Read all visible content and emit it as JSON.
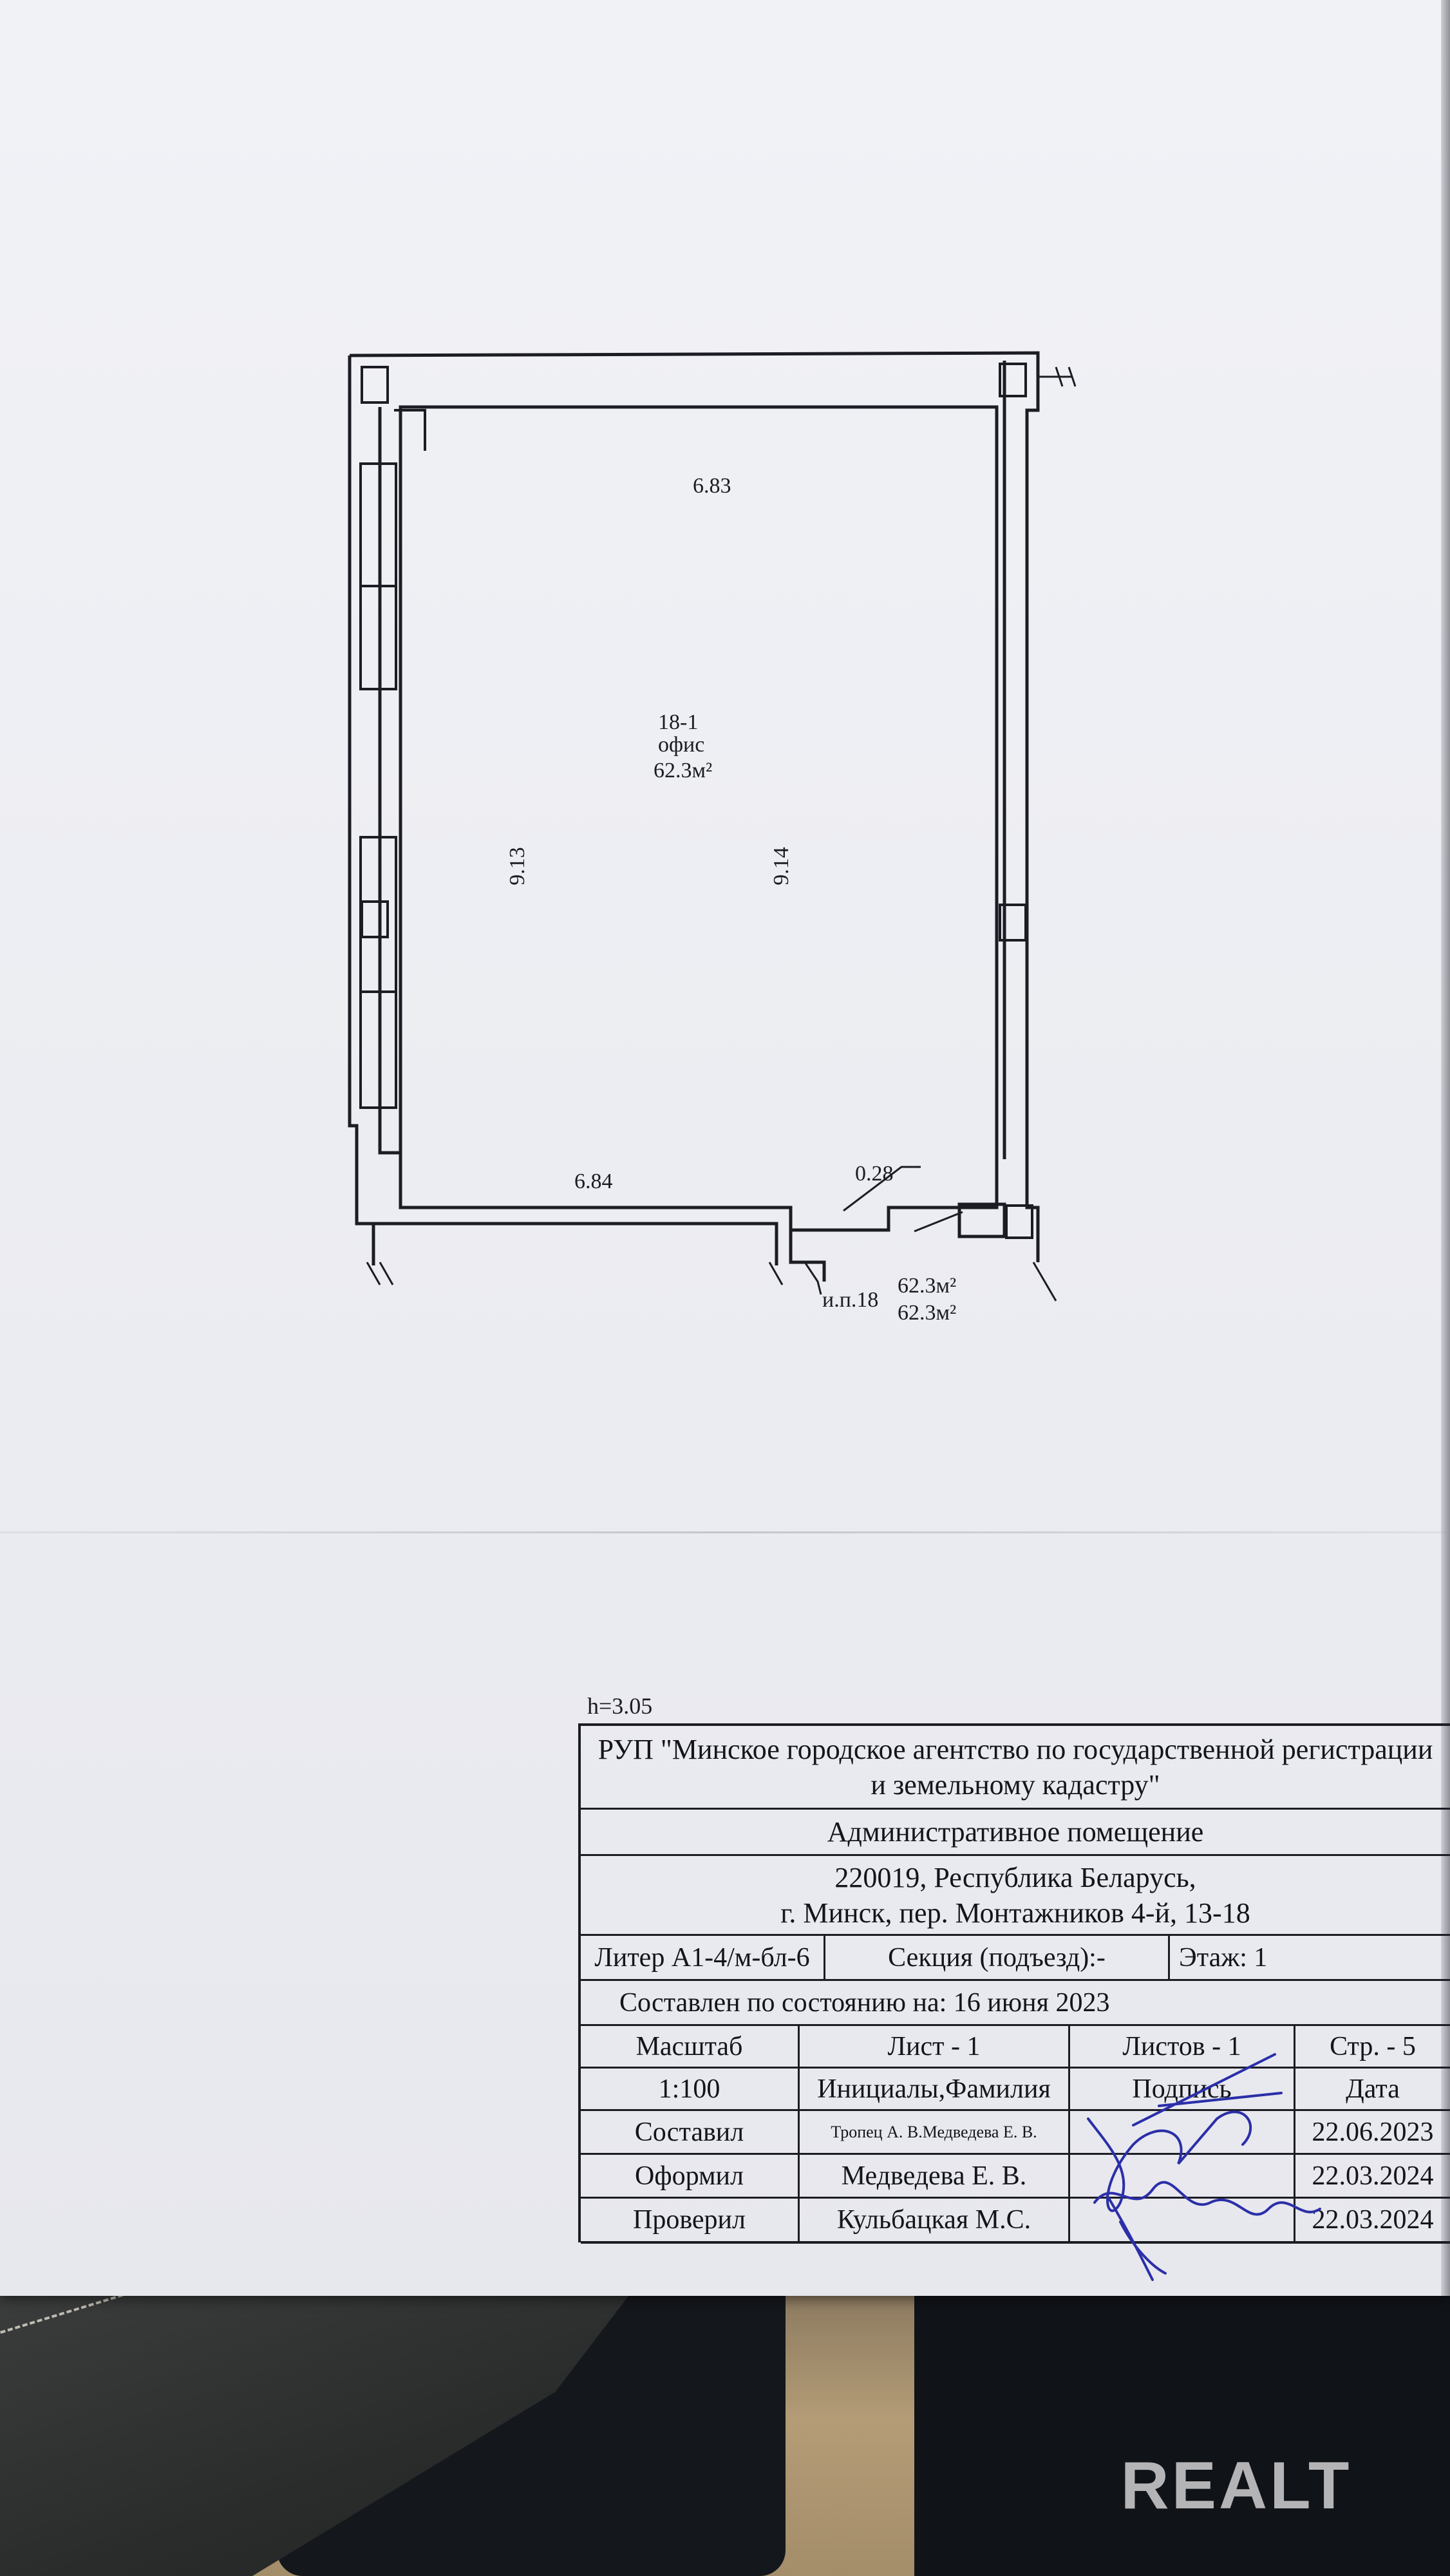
{
  "plan": {
    "dimension_top": "6.83",
    "dimension_left": "9.13",
    "dimension_right": "9.14",
    "dimension_bottom": "6.84",
    "dimension_small": "0.28",
    "room_number": "18-1",
    "room_type": "офис",
    "room_area": "62.3м²",
    "entrance_label": "и.п.18",
    "area_total_1": "62.3м²",
    "area_total_2": "62.3м²"
  },
  "height_label": "h=3.05",
  "title_block": {
    "organization": "РУП \"Минское городское агентство по государственной регистрации и земельному кадастру\"",
    "document_type": "Административное помещение",
    "address_line1": "220019, Республика Беларусь,",
    "address_line2": "г. Минск, пер. Монтажников 4-й, 13-18",
    "liter": "Литер А1-4/м-бл-6",
    "section": "Секция (подъезд):-",
    "floor": "Этаж: 1",
    "state_date": "Составлен по состоянию на: 16 июня 2023",
    "scale_label": "Масштаб",
    "sheet_label": "Лист -     1",
    "sheets_label": "Листов -   1",
    "page_label": "Стр. -    5",
    "scale_value": "1:100",
    "header_names": "Инициалы,Фамилия",
    "header_signature": "Подпись",
    "header_date": "Дата",
    "rows": [
      {
        "role": "Составил",
        "name": "Тропец А. В.Медведева Е. В.",
        "date": "22.06.2023"
      },
      {
        "role": "Оформил",
        "name": "Медведева Е. В.",
        "date": "22.03.2024"
      },
      {
        "role": "Проверил",
        "name": "Кульбацкая М.С.",
        "date": "22.03.2024"
      }
    ]
  },
  "watermark": "REALT",
  "colors": {
    "paper": "#eceef3",
    "ink": "#1c1c24",
    "signature_ink": "#2b2fa8"
  }
}
